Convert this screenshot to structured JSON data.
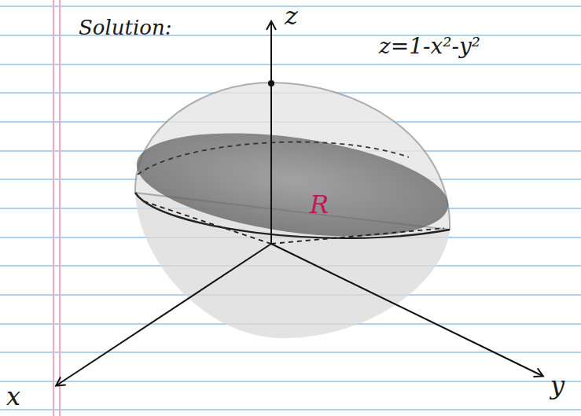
{
  "diagram": {
    "labels": [
      "Solution:",
      "z",
      "z=1-x²-y²",
      "R",
      "x",
      "y"
    ]
  }
}
